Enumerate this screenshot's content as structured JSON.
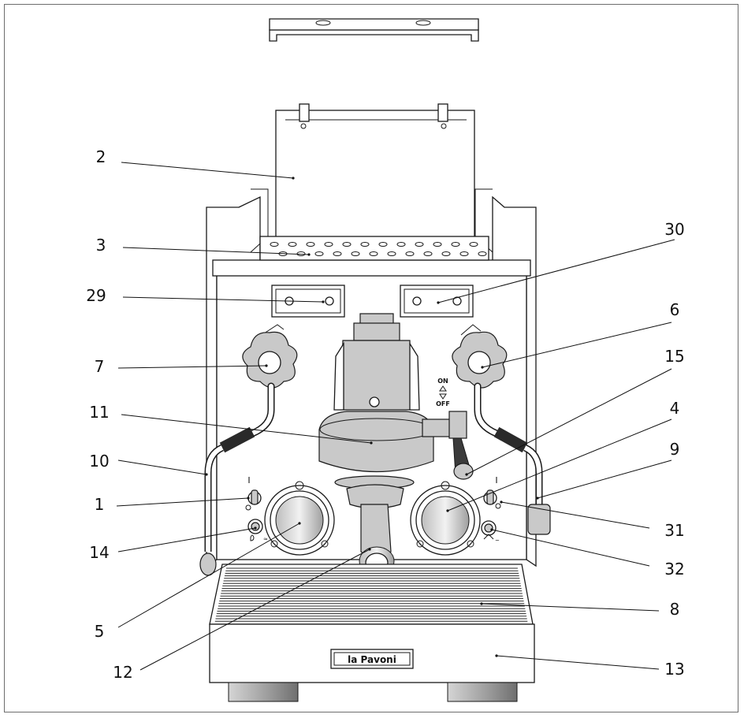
{
  "diagram": {
    "brand_plate": "la Pavoni",
    "switch_labels": {
      "on": "ON",
      "off": "OFF",
      "power_left": "I",
      "power_right": "I"
    },
    "callouts": [
      {
        "id": "c2",
        "label": "2",
        "part": "cup-tray-lid"
      },
      {
        "id": "c3",
        "label": "3",
        "part": "cup-warmer-grid"
      },
      {
        "id": "c29",
        "label": "29",
        "part": "left-control-panel"
      },
      {
        "id": "c7",
        "label": "7",
        "part": "left-knob"
      },
      {
        "id": "c11",
        "label": "11",
        "part": "group-head"
      },
      {
        "id": "c10",
        "label": "10",
        "part": "left-steam-wand"
      },
      {
        "id": "c1",
        "label": "1",
        "part": "left-toggle-switch"
      },
      {
        "id": "c14",
        "label": "14",
        "part": "left-indicator-light"
      },
      {
        "id": "c5",
        "label": "5",
        "part": "left-gauge"
      },
      {
        "id": "c12",
        "label": "12",
        "part": "portafilter"
      },
      {
        "id": "c30",
        "label": "30",
        "part": "right-control-panel"
      },
      {
        "id": "c6",
        "label": "6",
        "part": "right-knob"
      },
      {
        "id": "c15",
        "label": "15",
        "part": "group-lever"
      },
      {
        "id": "c4",
        "label": "4",
        "part": "right-gauge"
      },
      {
        "id": "c9",
        "label": "9",
        "part": "right-wand-tip"
      },
      {
        "id": "c31",
        "label": "31",
        "part": "right-toggle-switch"
      },
      {
        "id": "c32",
        "label": "32",
        "part": "right-indicator-light"
      },
      {
        "id": "c8",
        "label": "8",
        "part": "drip-tray-grate"
      },
      {
        "id": "c13",
        "label": "13",
        "part": "drip-tray-body"
      }
    ]
  }
}
